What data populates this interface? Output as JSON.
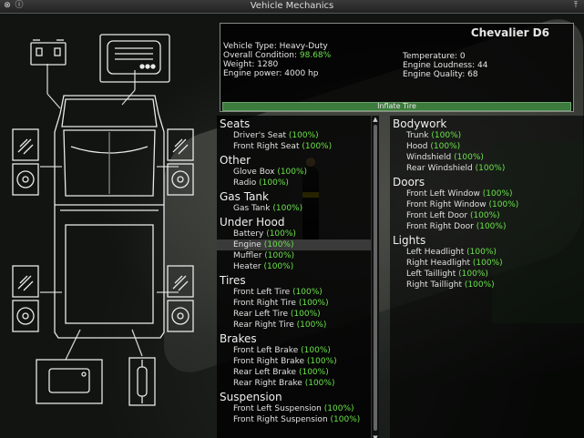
{
  "window": {
    "title": "Vehicle Mechanics",
    "close_glyph": "⊗",
    "info_glyph": "ⓘ",
    "pin_glyph": "⤒"
  },
  "vehicle": {
    "name": "Chevalier D6",
    "type_label": "Vehicle Type:",
    "type_value": "Heavy-Duty",
    "condition_label": "Overall Condition:",
    "condition_value": "98.68%",
    "weight_label": "Weight:",
    "weight_value": "1280",
    "power_label": "Engine power:",
    "power_value": "4000 hp",
    "temp_label": "Temperature:",
    "temp_value": "0",
    "loudness_label": "Engine Loudness:",
    "loudness_value": "44",
    "quality_label": "Engine Quality:",
    "quality_value": "68",
    "inflate_button": "Inflate Tire"
  },
  "parts_left": [
    {
      "category": "Seats",
      "items": [
        {
          "name": "Driver's Seat",
          "pct": "(100%)"
        },
        {
          "name": "Front Right Seat",
          "pct": "(100%)"
        }
      ]
    },
    {
      "category": "Other",
      "items": [
        {
          "name": "Glove Box",
          "pct": "(100%)"
        },
        {
          "name": "Radio",
          "pct": "(100%)"
        }
      ]
    },
    {
      "category": "Gas Tank",
      "items": [
        {
          "name": "Gas Tank",
          "pct": "(100%)"
        }
      ]
    },
    {
      "category": "Under Hood",
      "items": [
        {
          "name": "Battery",
          "pct": "(100%)"
        },
        {
          "name": "Engine",
          "pct": "(100%)"
        },
        {
          "name": "Muffler",
          "pct": "(100%)"
        },
        {
          "name": "Heater",
          "pct": "(100%)"
        }
      ]
    },
    {
      "category": "Tires",
      "items": [
        {
          "name": "Front Left Tire",
          "pct": "(100%)"
        },
        {
          "name": "Front Right Tire",
          "pct": "(100%)"
        },
        {
          "name": "Rear Left Tire",
          "pct": "(100%)"
        },
        {
          "name": "Rear Right Tire",
          "pct": "(100%)"
        }
      ]
    },
    {
      "category": "Brakes",
      "items": [
        {
          "name": "Front Left Brake",
          "pct": "(100%)"
        },
        {
          "name": "Front Right Brake",
          "pct": "(100%)"
        },
        {
          "name": "Rear Left Brake",
          "pct": "(100%)"
        },
        {
          "name": "Rear Right Brake",
          "pct": "(100%)"
        }
      ]
    },
    {
      "category": "Suspension",
      "items": [
        {
          "name": "Front Left Suspension",
          "pct": "(100%)"
        },
        {
          "name": "Front Right Suspension",
          "pct": "(100%)"
        }
      ]
    }
  ],
  "parts_right": [
    {
      "category": "Bodywork",
      "items": [
        {
          "name": "Trunk",
          "pct": "(100%)"
        },
        {
          "name": "Hood",
          "pct": "(100%)"
        },
        {
          "name": "Windshield",
          "pct": "(100%)"
        },
        {
          "name": "Rear Windshield",
          "pct": "(100%)"
        }
      ]
    },
    {
      "category": "Doors",
      "items": [
        {
          "name": "Front Left Window",
          "pct": "(100%)"
        },
        {
          "name": "Front Right Window",
          "pct": "(100%)"
        },
        {
          "name": "Front Left Door",
          "pct": "(100%)"
        },
        {
          "name": "Front Right Door",
          "pct": "(100%)"
        }
      ]
    },
    {
      "category": "Lights",
      "items": [
        {
          "name": "Left Headlight",
          "pct": "(100%)"
        },
        {
          "name": "Right Headlight",
          "pct": "(100%)"
        },
        {
          "name": "Left Taillight",
          "pct": "(100%)"
        },
        {
          "name": "Right Taillight",
          "pct": "(100%)"
        }
      ]
    }
  ],
  "selected_part": "Engine",
  "scroll": {
    "up": "▲",
    "down": "▼"
  },
  "colors": {
    "accent_green": "#6be34a",
    "inflate_bg": "#3d7a3d",
    "panel_border": "#888888"
  },
  "icons": {
    "engine": "engine-icon",
    "battery": "battery-icon",
    "suspension": "suspension-icon",
    "brake": "brake-icon",
    "gas_tank": "gas-tank-icon",
    "muffler": "muffler-icon",
    "vehicle": "vehicle-topdown-icon"
  }
}
